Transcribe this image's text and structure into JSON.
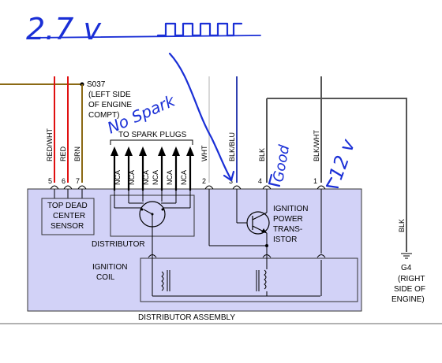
{
  "annotations": {
    "top_voltage": "2.7 v",
    "no_spark": "No Spark",
    "good": "Good",
    "twelve_v": "12 v"
  },
  "splice": {
    "id": "S037",
    "location_lines": [
      "(LEFT SIDE",
      "OF ENGINE",
      "COMPT)"
    ]
  },
  "wires": {
    "red_wht": "RED/WHT",
    "red": "RED",
    "brn": "BRN",
    "wht": "WHT",
    "blk_blu": "BLK/BLU",
    "blk": "BLK",
    "blk_wht": "BLK/WHT",
    "blk_ground": "BLK"
  },
  "pins": {
    "p5": "5",
    "p6": "6",
    "p7": "7",
    "p2": "2",
    "p3": "3",
    "p4": "4",
    "p1": "1"
  },
  "nca": "NCA",
  "to_spark_plugs": "TO SPARK PLUGS",
  "components": {
    "tdc_lines": [
      "TOP DEAD",
      "CENTER",
      "SENSOR"
    ],
    "distributor": "DISTRIBUTOR",
    "transistor_lines": [
      "IGNITION",
      "POWER",
      "TRANS-",
      "ISTOR"
    ],
    "coil_lines": [
      "IGNITION",
      "COIL"
    ],
    "assembly": "DISTRIBUTOR ASSEMBLY"
  },
  "ground": {
    "id": "G4",
    "location_lines": [
      "(RIGHT",
      "SIDE OF",
      "ENGINE)"
    ]
  }
}
